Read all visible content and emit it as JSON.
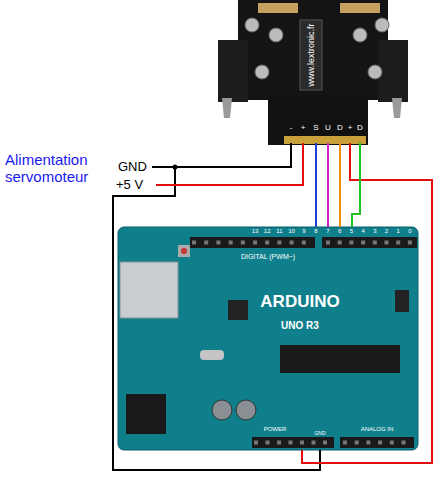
{
  "diagram": {
    "nodes": [
      {
        "text": [
          "www.lextronic.fr"
        ]
      },
      {
        "text": [
          "ARDUINO",
          "UNO R3"
        ]
      }
    ],
    "edges": [
      {
        "from": 0,
        "to": 1,
        "arrow": "none"
      },
      {
        "from": 0,
        "to": 1,
        "arrow": "none"
      },
      {
        "from": 0,
        "to": 1,
        "arrow": "none"
      },
      {
        "from": 0,
        "to": 1,
        "arrow": "none"
      },
      {
        "from": 0,
        "to": 1,
        "arrow": "none"
      }
    ],
    "labels": [
      "Alimentation servomoteur",
      "GND",
      "+5 V",
      "-",
      "+",
      "S",
      "U",
      "D",
      "+",
      "D",
      "DIGITAL (PWM~)",
      "POWER",
      "ANALOG IN",
      "GND",
      "13",
      "12",
      "11",
      "10",
      "9",
      "8",
      "7",
      "6",
      "5",
      "4",
      "3",
      "2",
      "1",
      "0"
    ]
  }
}
